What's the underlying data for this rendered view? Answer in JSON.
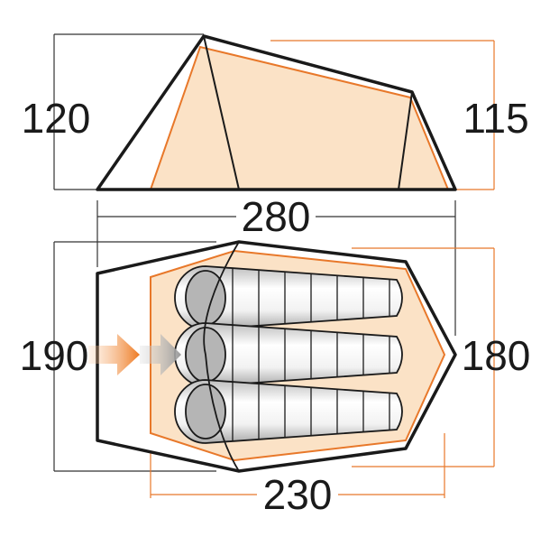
{
  "dimensions": {
    "side_height_left": "120",
    "side_height_right": "115",
    "total_length": "280",
    "floor_width_outer": "190",
    "floor_width_inner": "180",
    "inner_length": "230"
  },
  "colors": {
    "orange": "#e8782a",
    "fill": "#fbe2c6",
    "outline": "#1a1a1a",
    "dimension_line": "#333333"
  },
  "icons": [
    "entry-arrow-orange",
    "entry-arrow-gray",
    "sleeping-bag"
  ]
}
